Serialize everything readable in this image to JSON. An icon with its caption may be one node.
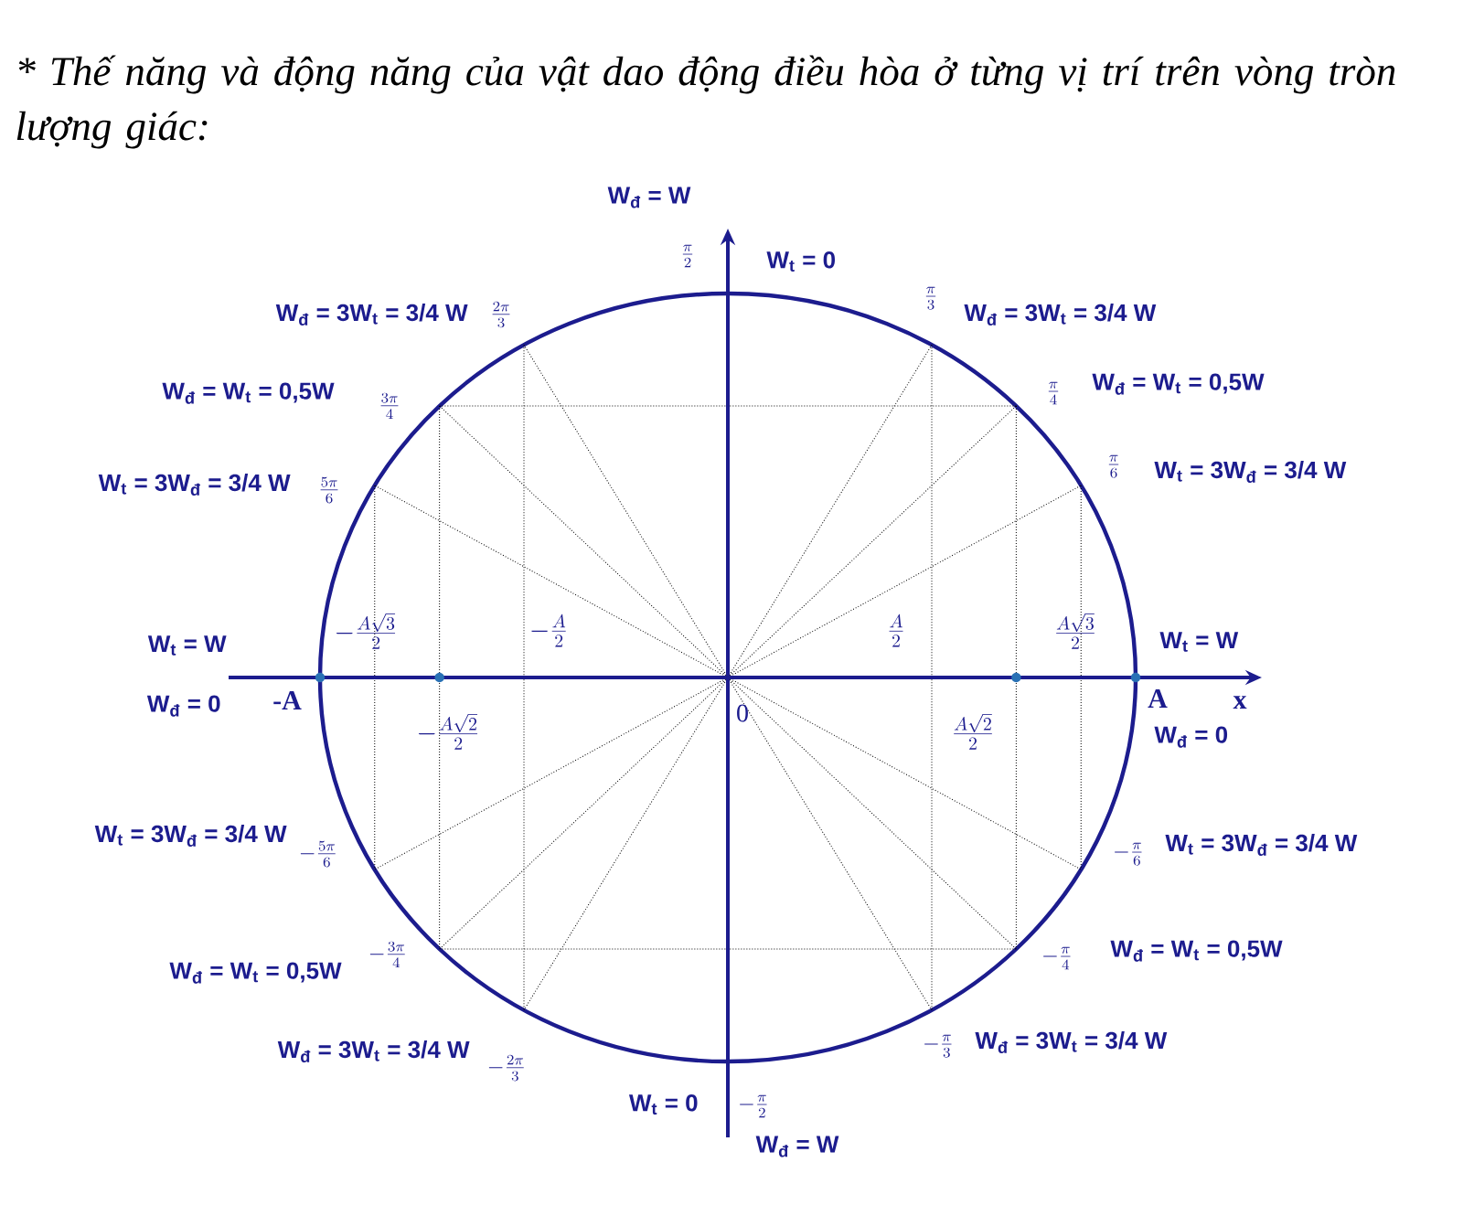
{
  "diagram": {
    "title": "* Thế năng và động năng của vật dao động điều hòa ở từng vị trí trên vòng tròn lượng giác:",
    "labels": [
      "W$_{đ}$ = W",
      "\\frac{\\pi}{2}",
      "W$_{t}$ = 0",
      "W$_{đ}$ = 3W$_{t}$ = 3/4 W",
      "\\frac{2\\pi}{3}",
      "\\frac{\\pi}{3}",
      "W$_{đ}$ = 3W$_{t}$ = 3/4 W",
      "W$_{đ}$ = W$_{t}$ = 0,5W",
      "\\frac{3\\pi}{4}",
      "\\frac{\\pi}{4}",
      "W$_{đ}$ = W$_{t}$ = 0,5W",
      "W$_{t}$ = 3W$_{đ}$ = 3/4 W",
      "\\frac{5\\pi}{6}",
      "\\frac{\\pi}{6}",
      "W$_{t}$ = 3W$_{đ}$ = 3/4 W",
      "-\\frac{A\\sqrt{3}}{2}",
      "-\\frac{A}{2}",
      "\\frac{A}{2}",
      "\\frac{A\\sqrt{3}}{2}",
      "W$_{t}$ = W",
      "W$_{t}$ = W",
      "W$_{đ}$ = 0",
      "-A",
      "0",
      "A",
      "x",
      "-\\frac{A\\sqrt{2}}{2}",
      "\\frac{A\\sqrt{2}}{2}",
      "W$_{đ}$ = 0",
      "W$_{t}$ = 3W$_{đ}$ = 3/4 W",
      "-\\frac{5\\pi}{6}",
      "-\\frac{\\pi}{6}",
      "W$_{t}$ = 3W$_{đ}$ = 3/4 W",
      "W$_{đ}$ = W$_{t}$ = 0,5W",
      "-\\frac{3\\pi}{4}",
      "-\\frac{\\pi}{4}",
      "W$_{đ}$ = W$_{t}$ = 0,5W",
      "W$_{đ}$ = 3W$_{t}$ = 3/4 W",
      "-\\frac{2\\pi}{3}",
      "-\\frac{\\pi}{3}",
      "W$_{đ}$ = 3W$_{t}$ = 3/4 W",
      "W$_{t}$ = 0",
      "-\\frac{\\pi}{2}",
      "W$_{đ}$ = W"
    ]
  }
}
